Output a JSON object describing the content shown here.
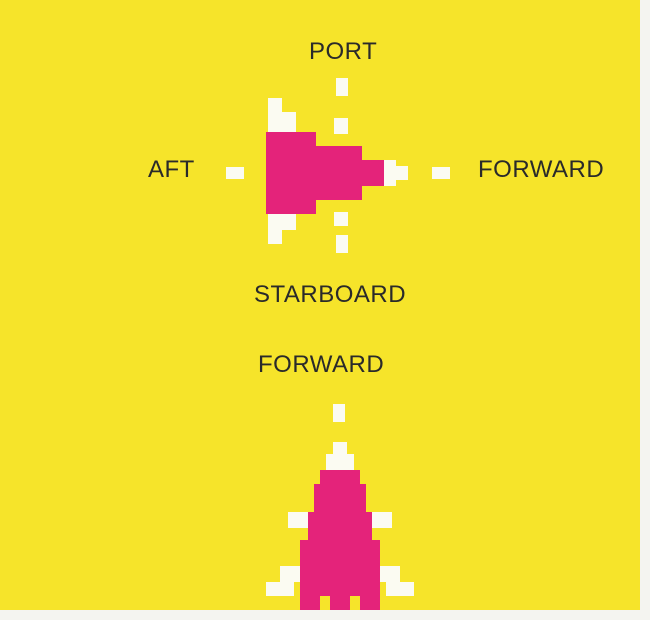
{
  "colors": {
    "background": "#f6e42a",
    "ship_body": "#e4237a",
    "ship_highlight": "#fbfbf2",
    "text": "#2a2a2a"
  },
  "diagram_top": {
    "label_top": "PORT",
    "label_left": "AFT",
    "label_right": "FORWARD",
    "label_bottom": "STARBOARD",
    "ship_heading": "right"
  },
  "diagram_bottom": {
    "label_top": "FORWARD",
    "ship_heading": "up"
  }
}
